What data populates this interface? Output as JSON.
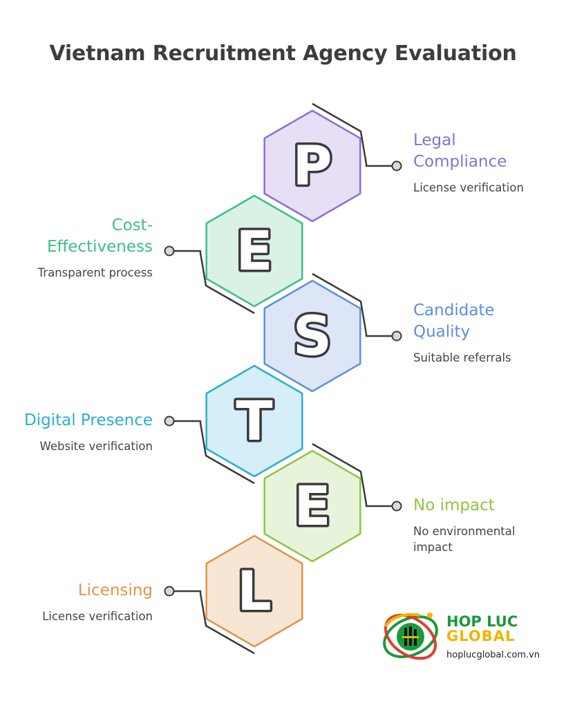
{
  "title": "Vietnam Recruitment Agency Evaluation",
  "items": [
    {
      "letter": "P",
      "title": "Legal Compliance",
      "title_lines": [
        "Legal",
        "Compliance"
      ],
      "desc_lines": [
        "License verification"
      ],
      "side": "right",
      "color": "#8a6fd6",
      "fill": "#e6dff6"
    },
    {
      "letter": "E",
      "title": "Cost-Effectiveness",
      "title_lines": [
        "Cost-",
        "Effectiveness"
      ],
      "desc_lines": [
        "Transparent process"
      ],
      "side": "left",
      "color": "#3cbf86",
      "fill": "#daf2e6"
    },
    {
      "letter": "S",
      "title": "Candidate Quality",
      "title_lines": [
        "Candidate",
        "Quality"
      ],
      "desc_lines": [
        "Suitable referrals"
      ],
      "side": "right",
      "color": "#5b8fdc",
      "fill": "#dce6f7"
    },
    {
      "letter": "T",
      "title": "Digital Presence",
      "title_lines": [
        "Digital Presence"
      ],
      "desc_lines": [
        "Website verification"
      ],
      "side": "left",
      "color": "#2aaed0",
      "fill": "#d5eef7"
    },
    {
      "letter": "E",
      "title": "No impact",
      "title_lines": [
        "No impact"
      ],
      "desc_lines": [
        "No environmental",
        "impact"
      ],
      "side": "right",
      "color": "#8dc63f",
      "fill": "#e8f3dc"
    },
    {
      "letter": "L",
      "title": "Licensing",
      "title_lines": [
        "Licensing"
      ],
      "desc_lines": [
        "License verification"
      ],
      "side": "left",
      "color": "#e09448",
      "fill": "#f8e6d5"
    }
  ],
  "logo": {
    "name_line1": "HOP LUC",
    "name_line2": "GLOBAL",
    "website": "hoplucglobal.com.vn"
  }
}
